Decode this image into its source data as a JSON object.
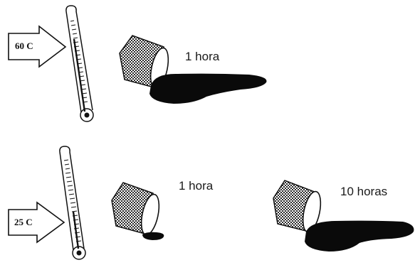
{
  "row_top": {
    "temperature": "60 C",
    "time_label": "1 hora"
  },
  "row_bottom": {
    "temperature": "25 C",
    "time_label_short": "1 hora",
    "time_label_long": "10 horas"
  },
  "colors": {
    "ink": "#111111",
    "spill": "#0a0a0a",
    "background": "#ffffff"
  }
}
